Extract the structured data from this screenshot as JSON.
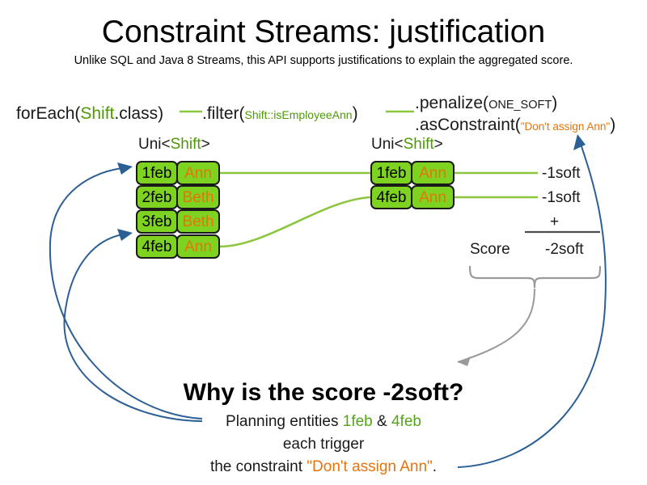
{
  "slide": {
    "title": "Constraint Streams: justification",
    "subtitle": "Unlike SQL and Java 8 Streams, this API supports justifications to explain the aggregated score."
  },
  "code": {
    "foreach": {
      "method": "forEach(",
      "type": "Shift",
      "rest": ".class)"
    },
    "filter": {
      "method": ".filter(",
      "arg": "Shift::isEmployeeAnn",
      "rest": ")"
    },
    "penalize": {
      "method": ".penalize(",
      "arg": "ONE_SOFT",
      "rest": ")"
    },
    "asconstraint": {
      "method": ".asConstraint(",
      "arg": "\"Don't assign Ann\"",
      "rest": ")"
    }
  },
  "streams": {
    "left": {
      "label_prefix": "Uni<",
      "label_type": "Shift",
      "label_suffix": ">",
      "rows": [
        {
          "date": "1feb",
          "name": "Ann"
        },
        {
          "date": "2feb",
          "name": "Beth"
        },
        {
          "date": "3feb",
          "name": "Beth"
        },
        {
          "date": "4feb",
          "name": "Ann"
        }
      ]
    },
    "right": {
      "label_prefix": "Uni<",
      "label_type": "Shift",
      "label_suffix": ">",
      "rows": [
        {
          "date": "1feb",
          "name": "Ann",
          "penalty": "-1soft"
        },
        {
          "date": "4feb",
          "name": "Ann",
          "penalty": "-1soft"
        }
      ]
    }
  },
  "score": {
    "plus": "+",
    "label": "Score",
    "total": "-2soft"
  },
  "explanation": {
    "question": "Why is the score -2soft?",
    "line1_pre": "Planning entities ",
    "line1_e1": "1feb",
    "line1_mid": " & ",
    "line1_e2": "4feb",
    "line2": "each trigger",
    "line3_pre": "the constraint ",
    "line3_constraint": "\"Don't assign Ann\"",
    "line3_post": "."
  },
  "colors": {
    "tuple_green": "#7ed321",
    "tuple_border": "#1a1a1a",
    "name_orange": "#e8730a",
    "code_green": "#4e9a06",
    "connector_green": "#8cc63f",
    "arrow_blue": "#2c5f94",
    "arrow_gray": "#808080",
    "brace_gray": "#808080"
  }
}
